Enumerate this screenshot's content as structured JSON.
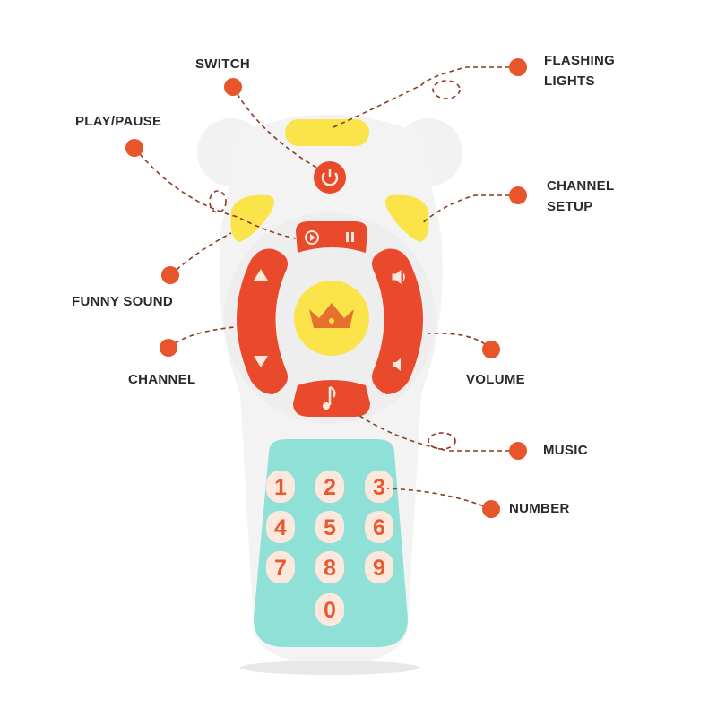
{
  "labels": {
    "switch": "SWITCH",
    "play_pause": "PLAY/PAUSE",
    "funny_sound": "FUNNY SOUND",
    "channel": "CHANNEL",
    "flashing_lights_1": "FLASHING",
    "flashing_lights_2": "LIGHTS",
    "channel_setup_1": "CHANNEL",
    "channel_setup_2": "SETUP",
    "volume": "VOLUME",
    "music": "MUSIC",
    "number": "NUMBER"
  },
  "keypad": {
    "keys": [
      "1",
      "2",
      "3",
      "4",
      "5",
      "6",
      "7",
      "8",
      "9",
      "0"
    ]
  },
  "colors": {
    "accent_red": "#e8552a",
    "button_red": "#e94a2c",
    "yellow": "#fbe34a",
    "teal": "#8fe0d6",
    "key_face": "#fde8de",
    "body": "#f4f4f4"
  }
}
